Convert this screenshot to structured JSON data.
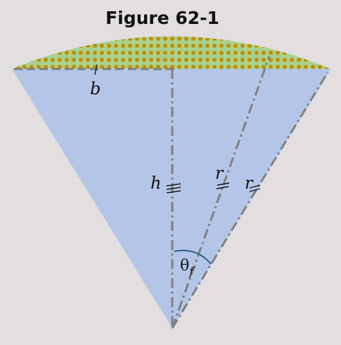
{
  "figure": {
    "title": "Figure 62-1",
    "labels": {
      "chord": "b",
      "height": "h",
      "radius_a": "r",
      "radius_b": "r",
      "angle": "θ",
      "angle_sub": "f"
    },
    "colors": {
      "background": "#e3dfe0",
      "sector_fill": "#b4c6e7",
      "cap_fill": "#a9d18e",
      "dot_fill": "#bf9000",
      "dashed_line": "#7f7f7f",
      "angle_arc": "#2e5f8a"
    }
  }
}
